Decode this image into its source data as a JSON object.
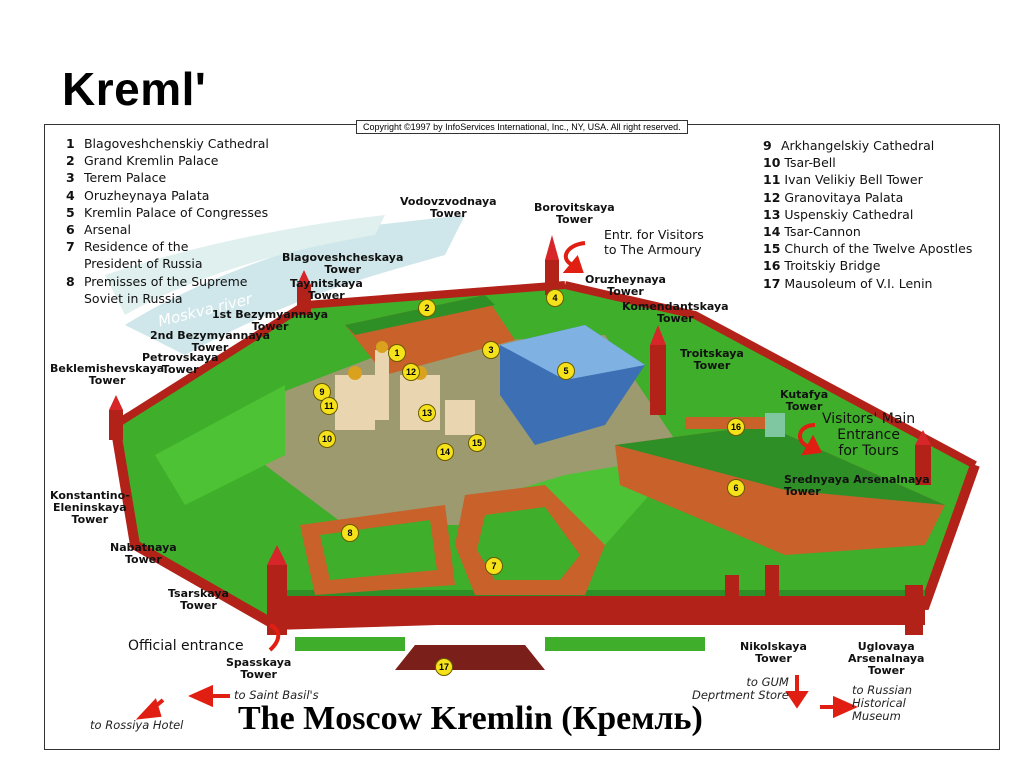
{
  "slide": {
    "title": "Kremlʹ"
  },
  "map": {
    "copyright": "Copyright ©1997 by InfoServices International, Inc., NY, USA. All right reserved.",
    "title": "The Moscow Kremlin (Кремль)",
    "river": "Moskva river",
    "legend_left": [
      {
        "num": "1",
        "name": "Blagoveshchenskiy Cathedral"
      },
      {
        "num": "2",
        "name": "Grand Kremlin Palace"
      },
      {
        "num": "3",
        "name": "Terem Palace"
      },
      {
        "num": "4",
        "name": "Oruzheynaya Palata"
      },
      {
        "num": "5",
        "name": "Kremlin Palace of Congresses"
      },
      {
        "num": "6",
        "name": "Arsenal"
      },
      {
        "num": "7",
        "name": "Residence of the"
      },
      {
        "num": "",
        "name": "President of Russia"
      },
      {
        "num": "8",
        "name": "Premisses of the Supreme"
      },
      {
        "num": "",
        "name": "Soviet in Russia"
      }
    ],
    "legend_right": [
      {
        "num": "9",
        "name": "Arkhangelskiy Cathedral"
      },
      {
        "num": "10",
        "name": "Tsar-Bell"
      },
      {
        "num": "11",
        "name": "Ivan Velikiy Bell Tower"
      },
      {
        "num": "12",
        "name": "Granovitaya Palata"
      },
      {
        "num": "13",
        "name": "Uspenskiy Cathedral"
      },
      {
        "num": "14",
        "name": "Tsar-Cannon"
      },
      {
        "num": "15",
        "name": "Church of the Twelve Apostles"
      },
      {
        "num": "16",
        "name": "Troitskiy Bridge"
      },
      {
        "num": "17",
        "name": "Mausoleum of  V.I. Lenin"
      }
    ],
    "towers": {
      "vodovzvodnaya": "Vodovzvodnaya\nTower",
      "borovitskaya": "Borovitskaya\nTower",
      "blagoveshcheskaya": "Blagoveshcheskaya\nTower",
      "taynitskaya": "Taynitskaya\nTower",
      "oruzheynaya": "Oruzheynaya\nTower",
      "komendantskaya": "Komendantskaya\nTower",
      "bezymyannaya1": "1st Bezymyannaya\nTower",
      "bezymyannaya2": "2nd Bezymyannaya\nTower",
      "petrovskaya": "Petrovskaya\nTower",
      "beklemishevskaya": "Beklemishevskaya\nTower",
      "troitskaya": "Troitskaya\nTower",
      "kutafya": "Kutafya\nTower",
      "srednyaya": "Srednyaya Arsenalnaya\nTower",
      "konstantino": "Konstantino-\nEleninskaya\nTower",
      "nabatnaya": "Nabatnaya\nTower",
      "tsarskaya": "Tsarskaya\nTower",
      "spasskaya": "Spasskaya\nTower",
      "nikolskaya": "Nikolskaya\nTower",
      "uglovaya": "Uglovaya\nArsenalnaya\nTower"
    },
    "notes": {
      "armoury": "Entr. for Visitors\nto The Armoury",
      "main_entrance": "Visitors' Main\nEntrance\nfor Tours",
      "official": "Official entrance",
      "saint_basil": "to Saint Basil's",
      "rossiya": "to Rossiya Hotel",
      "gum": "to GUM\nDeprtment Store",
      "museum": "to Russian\nHistorical\nMuseum"
    },
    "colors": {
      "grass": "#3fae2a",
      "wall": "#b32219",
      "roof": "#2f8f27",
      "ground": "#9c9a6e",
      "building": "#c9612a",
      "badge": "#f5e21a",
      "arrow": "#e01e12",
      "water": "#cfe7ea"
    }
  }
}
